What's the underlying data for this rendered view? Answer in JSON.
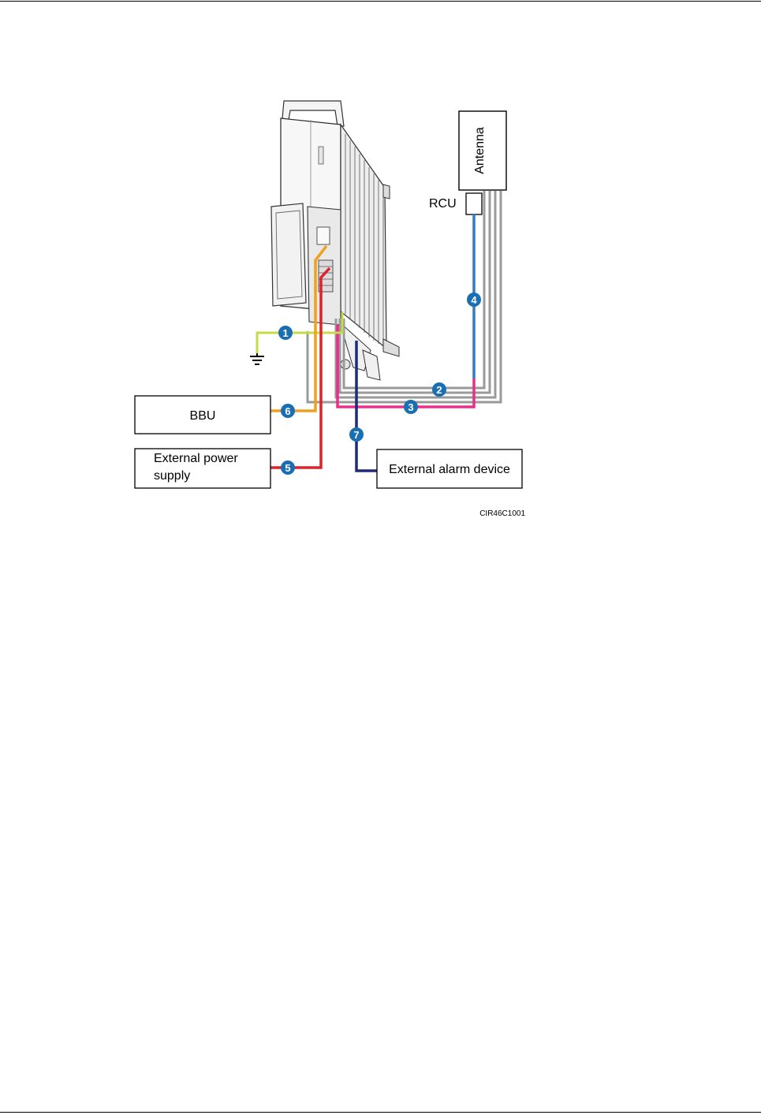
{
  "diagram": {
    "labels": {
      "antenna": "Antenna",
      "rcu": "RCU",
      "bbu": "BBU",
      "power_line1": "External power",
      "power_line2": "supply",
      "alarm": "External alarm device",
      "figure_code": "CIR46C1001"
    },
    "callouts": [
      "1",
      "2",
      "3",
      "4",
      "5",
      "6",
      "7"
    ],
    "cable_colors": {
      "ground": "#c8d94a",
      "rf_gray": "#9a9a9a",
      "aisg": "#e8308a",
      "rcu_blue": "#2e7fc4",
      "power_red": "#e0202a",
      "cpri_orange": "#f0a020",
      "alarm_navy": "#1e2a7a",
      "callout_fill": "#1a6fb3"
    }
  }
}
